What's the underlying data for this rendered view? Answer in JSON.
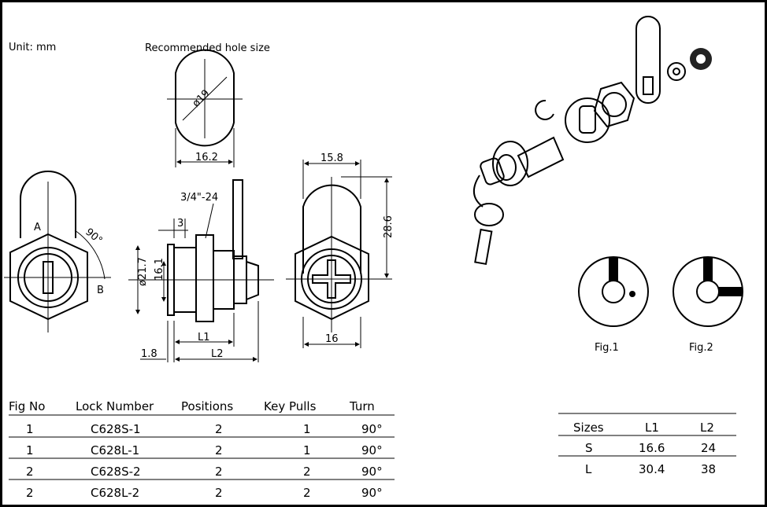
{
  "labels": {
    "unit": "Unit: mm",
    "hole_title": "Recommended hole size",
    "hole_dia": "ø19",
    "hole_width": "16.2",
    "pos_a": "A",
    "pos_b": "B",
    "angle": "90°",
    "thread": "3/4\"-24",
    "dim_3": "3",
    "dim_16_1": "16.1",
    "dim_21_7": "ø21.7",
    "dim_1_8": "1.8",
    "dim_l1": "L1",
    "dim_l2": "L2",
    "dim_15_8": "15.8",
    "dim_28_6": "28.6",
    "dim_16": "16",
    "fig1": "Fig.1",
    "fig2": "Fig.2"
  },
  "lock_table": {
    "headers": [
      "Fig No",
      "Lock Number",
      "Positions",
      "Key Pulls",
      "Turn"
    ],
    "rows": [
      [
        "1",
        "C628S-1",
        "2",
        "1",
        "90°"
      ],
      [
        "1",
        "C628L-1",
        "2",
        "1",
        "90°"
      ],
      [
        "2",
        "C628S-2",
        "2",
        "2",
        "90°"
      ],
      [
        "2",
        "C628L-2",
        "2",
        "2",
        "90°"
      ]
    ]
  },
  "size_table": {
    "headers": [
      "Sizes",
      "L1",
      "L2"
    ],
    "rows": [
      [
        "S",
        "16.6",
        "24"
      ],
      [
        "L",
        "30.4",
        "38"
      ]
    ]
  }
}
